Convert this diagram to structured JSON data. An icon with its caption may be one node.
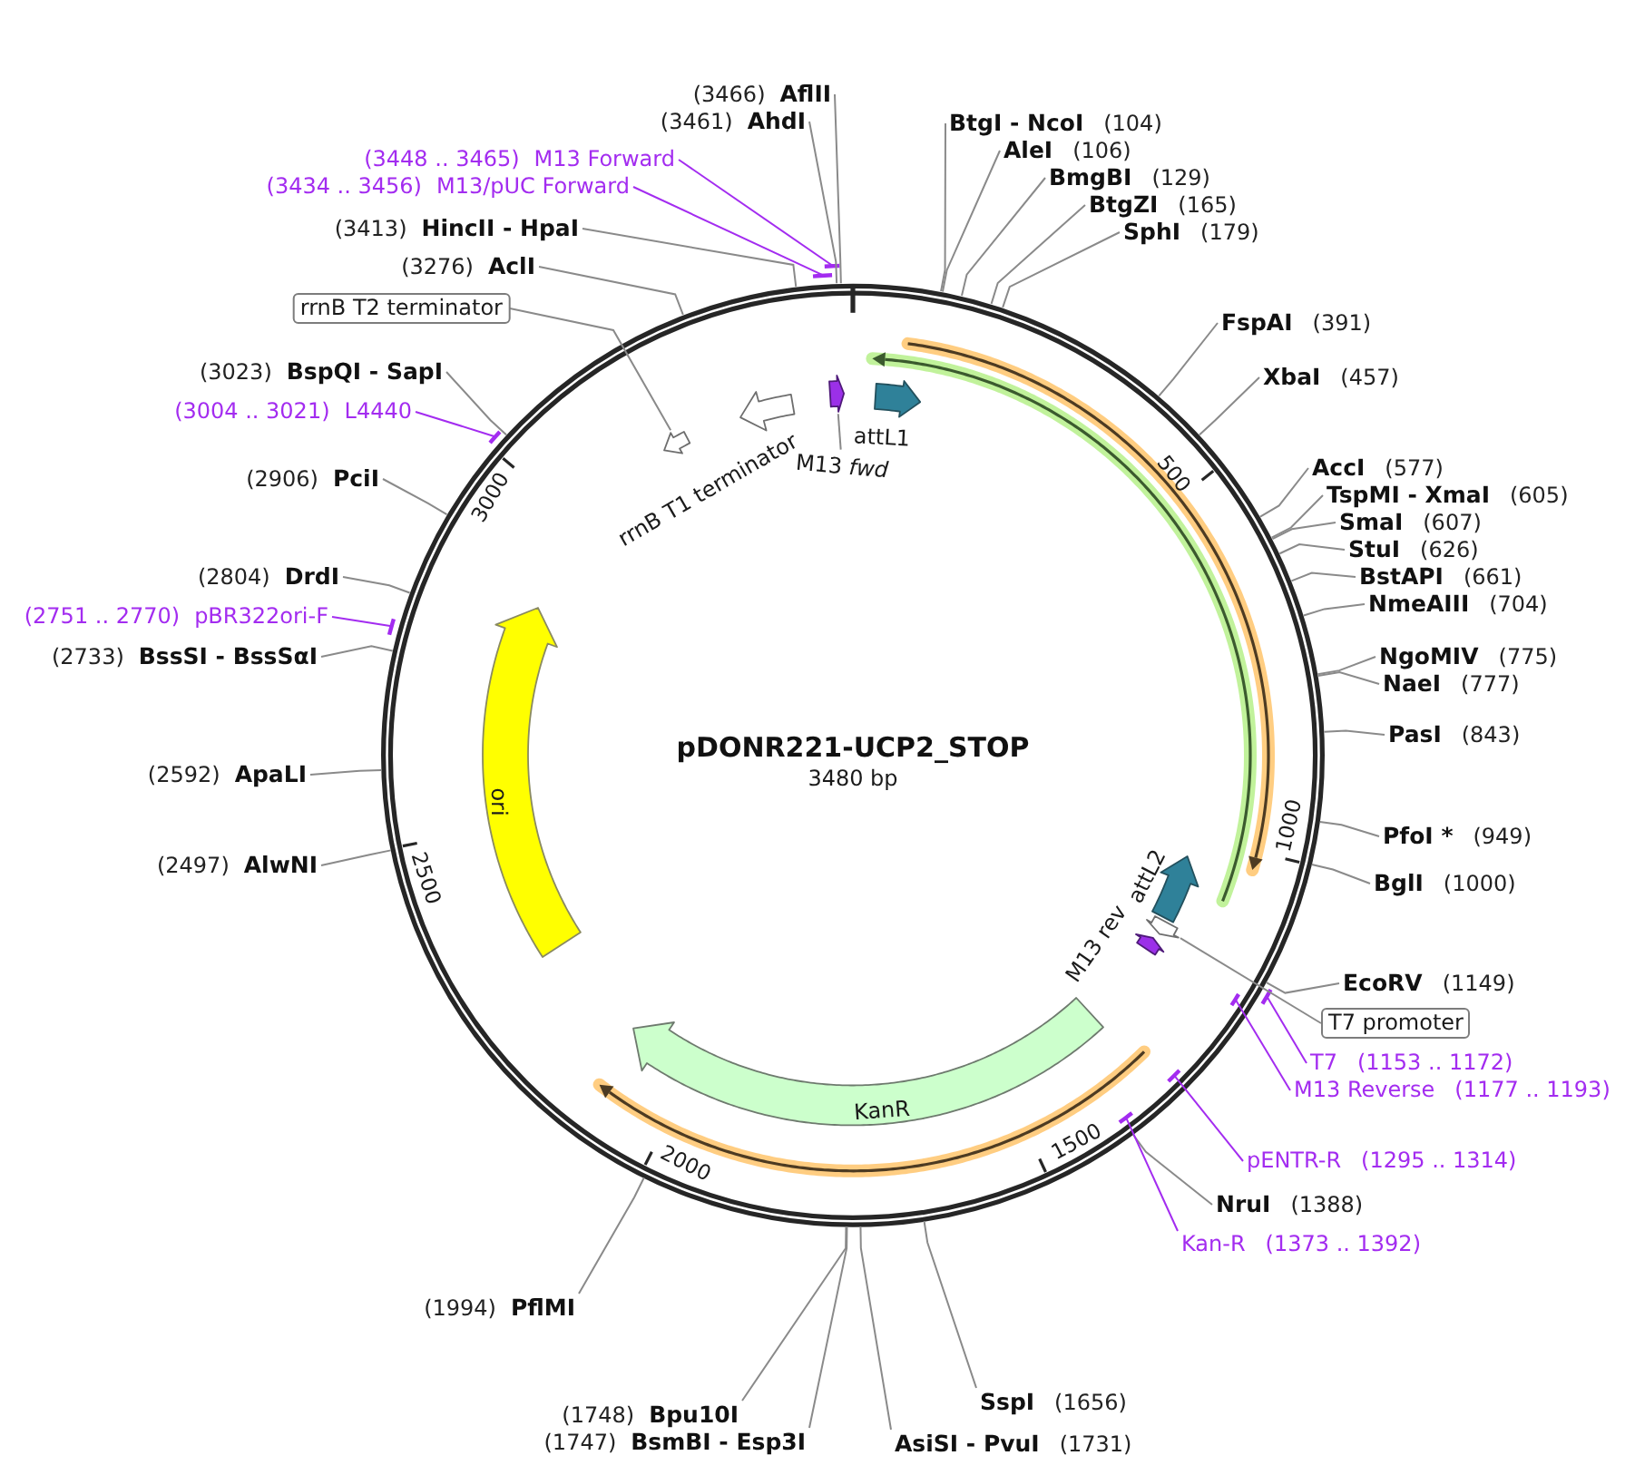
{
  "diagram": {
    "title": "pDONR221-UCP2_STOP",
    "nodes": [
      {
        "text": [
          "(3466)",
          "AflII"
        ]
      },
      {
        "text": [
          "(3461)",
          "AhdI"
        ]
      },
      {
        "text": [
          "BtgI - NcoI",
          "(104)"
        ]
      },
      {
        "text": [
          "AleI",
          "(106)"
        ]
      },
      {
        "text": [
          "(3448 .. 3465)",
          "M13 Forward"
        ]
      },
      {
        "text": [
          "BmgBI",
          "(129)"
        ]
      },
      {
        "text": [
          "(3434 .. 3456)",
          "M13/pUC Forward"
        ]
      },
      {
        "text": [
          "BtgZI",
          "(165)"
        ]
      },
      {
        "text": [
          "(3413)",
          "HincII - HpaI"
        ]
      },
      {
        "text": [
          "SphI",
          "(179)"
        ]
      },
      {
        "text": [
          "(3276)",
          "AclI"
        ]
      },
      {
        "text": [
          "rrnB T2 terminator"
        ]
      },
      {
        "text": [
          "FspAI",
          "(391)"
        ]
      },
      {
        "text": [
          "(3023)",
          "BspQI - SapI"
        ]
      },
      {
        "text": [
          "XbaI",
          "(457)"
        ]
      },
      {
        "text": [
          "(3004 .. 3021)",
          "L4440"
        ]
      },
      {
        "text": [
          "AccI",
          "(577)"
        ]
      },
      {
        "text": [
          "(2906)",
          "PciI"
        ]
      },
      {
        "text": [
          "TspMI - XmaI",
          "(605)"
        ]
      },
      {
        "text": [
          "SmaI",
          "(607)"
        ]
      },
      {
        "text": [
          "StuI",
          "(626)"
        ]
      },
      {
        "text": [
          "BstAPI",
          "(661)"
        ]
      },
      {
        "text": [
          "(2804)",
          "DrdI"
        ]
      },
      {
        "text": [
          "NmeAIII",
          "(704)"
        ]
      },
      {
        "text": [
          "(2751 .. 2770)",
          "pBR322ori-F"
        ]
      },
      {
        "text": [
          "(2733)",
          "BssSI - BssSαI"
        ]
      },
      {
        "text": [
          "NgoMIV",
          "(775)"
        ]
      },
      {
        "text": [
          "NaeI",
          "(777)"
        ]
      },
      {
        "text": [
          "PasI",
          "(843)"
        ]
      },
      {
        "text": [
          "(2592)",
          "ApaLI"
        ]
      },
      {
        "text": [
          "PfoI *",
          "(949)"
        ]
      },
      {
        "text": [
          "(2497)",
          "AlwNI"
        ]
      },
      {
        "text": [
          "BglI",
          "(1000)"
        ]
      },
      {
        "text": [
          "EcoRV",
          "(1149)"
        ]
      },
      {
        "text": [
          "T7 promoter"
        ]
      },
      {
        "text": [
          "T7",
          "(1153 .. 1172)"
        ]
      },
      {
        "text": [
          "M13 Reverse",
          "(1177 .. 1193)"
        ]
      },
      {
        "text": [
          "pENTR-R",
          "(1295 .. 1314)"
        ]
      },
      {
        "text": [
          "NruI",
          "(1388)"
        ]
      },
      {
        "text": [
          "Kan-R",
          "(1373 .. 1392)"
        ]
      },
      {
        "text": [
          "(1994)",
          "PflMI"
        ]
      },
      {
        "text": [
          "SspI",
          "(1656)"
        ]
      },
      {
        "text": [
          "(1748)",
          "Bpu10I"
        ]
      },
      {
        "text": [
          "(1747)",
          "BsmBI - Esp3I"
        ]
      },
      {
        "text": [
          "AsiSI - PvuI",
          "(1731)"
        ]
      },
      {
        "text": [],
        "shape": "arrow"
      },
      {
        "text": [],
        "shape": "arrow",
        "beside": [
          "attL1"
        ]
      },
      {
        "text": [],
        "shape": "arrow",
        "beside": [
          "rrnB T1 terminator"
        ]
      },
      {
        "text": [],
        "shape": "arrow"
      },
      {
        "text": [
          "M13 *fwd*"
        ]
      },
      {
        "text": [
          "ori"
        ]
      },
      {
        "text": [],
        "shape": "arrow",
        "beside": [
          "attL2"
        ]
      },
      {
        "text": [],
        "shape": "arrow"
      },
      {
        "text": [],
        "shape": "arrow",
        "beside": [
          "M13 rev"
        ]
      },
      {
        "text": [
          "KanR"
        ]
      }
    ],
    "edges": [
      {
        "from": 0,
        "to": null,
        "arrow": "none"
      },
      {
        "from": 1,
        "to": null,
        "arrow": "none"
      },
      {
        "from": 2,
        "to": null,
        "arrow": "none"
      },
      {
        "from": 3,
        "to": null,
        "arrow": "none"
      },
      {
        "from": 4,
        "to": null,
        "arrow": "none",
        "color": "#a32cf0"
      },
      {
        "from": 5,
        "to": null,
        "arrow": "none"
      },
      {
        "from": 6,
        "to": null,
        "arrow": "none",
        "color": "#a32cf0"
      },
      {
        "from": 7,
        "to": null,
        "arrow": "none"
      },
      {
        "from": 8,
        "to": null,
        "arrow": "none"
      },
      {
        "from": 9,
        "to": null,
        "arrow": "none"
      },
      {
        "from": 10,
        "to": null,
        "arrow": "none"
      },
      {
        "from": 11,
        "to": 48,
        "arrow": "none"
      },
      {
        "from": 12,
        "to": null,
        "arrow": "none"
      },
      {
        "from": 13,
        "to": null,
        "arrow": "none"
      },
      {
        "from": 14,
        "to": null,
        "arrow": "none"
      },
      {
        "from": 15,
        "to": null,
        "arrow": "none",
        "color": "#a32cf0"
      },
      {
        "from": 16,
        "to": null,
        "arrow": "none"
      },
      {
        "from": 17,
        "to": null,
        "arrow": "none"
      },
      {
        "from": 18,
        "to": null,
        "arrow": "none"
      },
      {
        "from": 19,
        "to": null,
        "arrow": "none"
      },
      {
        "from": 20,
        "to": null,
        "arrow": "none"
      },
      {
        "from": 21,
        "to": null,
        "arrow": "none"
      },
      {
        "from": 22,
        "to": null,
        "arrow": "none"
      },
      {
        "from": 23,
        "to": null,
        "arrow": "none"
      },
      {
        "from": 24,
        "to": null,
        "arrow": "none",
        "color": "#a32cf0"
      },
      {
        "from": 25,
        "to": null,
        "arrow": "none"
      },
      {
        "from": 26,
        "to": null,
        "arrow": "none"
      },
      {
        "from": 27,
        "to": null,
        "arrow": "none"
      },
      {
        "from": 28,
        "to": null,
        "arrow": "none"
      },
      {
        "from": 29,
        "to": null,
        "arrow": "none"
      },
      {
        "from": 30,
        "to": null,
        "arrow": "none"
      },
      {
        "from": 31,
        "to": null,
        "arrow": "none"
      },
      {
        "from": 32,
        "to": null,
        "arrow": "none"
      },
      {
        "from": 33,
        "to": null,
        "arrow": "none"
      },
      {
        "from": 34,
        "to": 52,
        "arrow": "none"
      },
      {
        "from": 35,
        "to": null,
        "arrow": "none",
        "color": "#a32cf0"
      },
      {
        "from": 36,
        "to": null,
        "arrow": "none",
        "color": "#a32cf0"
      },
      {
        "from": 37,
        "to": null,
        "arrow": "none",
        "color": "#a32cf0"
      },
      {
        "from": 38,
        "to": null,
        "arrow": "none"
      },
      {
        "from": 39,
        "to": null,
        "arrow": "none",
        "color": "#a32cf0"
      },
      {
        "from": 40,
        "to": null,
        "arrow": "none"
      },
      {
        "from": 41,
        "to": null,
        "arrow": "none"
      },
      {
        "from": 42,
        "to": null,
        "arrow": "none"
      },
      {
        "from": 43,
        "to": null,
        "arrow": "none"
      },
      {
        "from": 44,
        "to": null,
        "arrow": "none"
      },
      {
        "from": 49,
        "to": 45,
        "arrow": "none"
      }
    ],
    "labels": [
      "3480 bp",
      "500",
      "1000",
      "1500",
      "2000",
      "2500",
      "3000"
    ]
  }
}
